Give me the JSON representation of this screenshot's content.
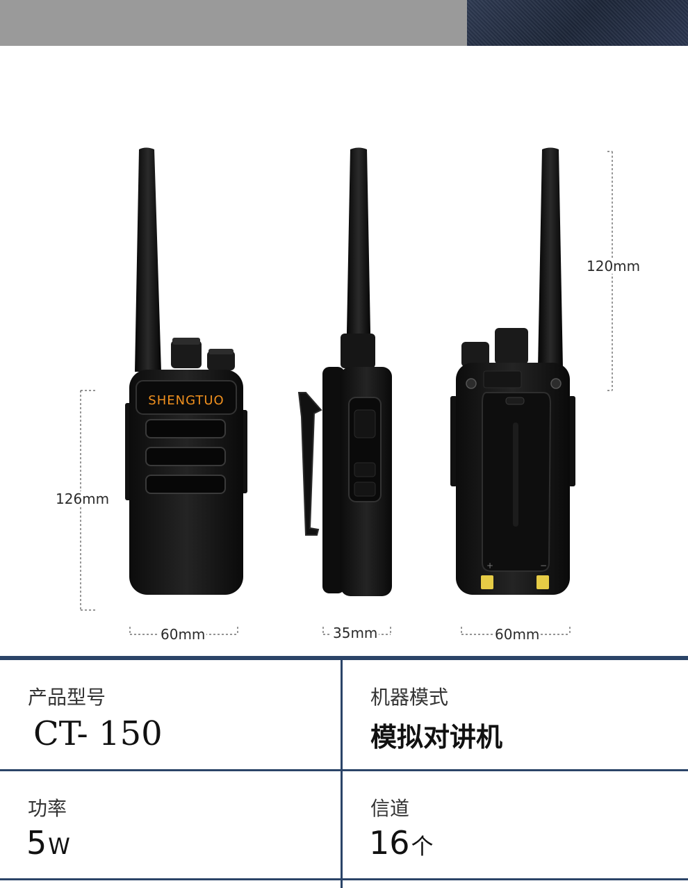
{
  "dimensions": {
    "front_height": "126mm",
    "front_width": "60mm",
    "side_width": "35mm",
    "back_width": "60mm",
    "antenna_height": "120mm"
  },
  "brand": {
    "logo_text": "SHENGTUO",
    "logo_color": "#f0901e"
  },
  "specs": {
    "model": {
      "label": "产品型号",
      "value": "CT- 150"
    },
    "mode": {
      "label": "机器模式",
      "value": "模拟对讲机"
    },
    "power": {
      "label": "功率",
      "value": "5",
      "unit": "W"
    },
    "channels": {
      "label": "信道",
      "value": "16",
      "unit": "个"
    }
  },
  "colors": {
    "table_line": "#2b4468",
    "banner": "#9a9a9a"
  }
}
